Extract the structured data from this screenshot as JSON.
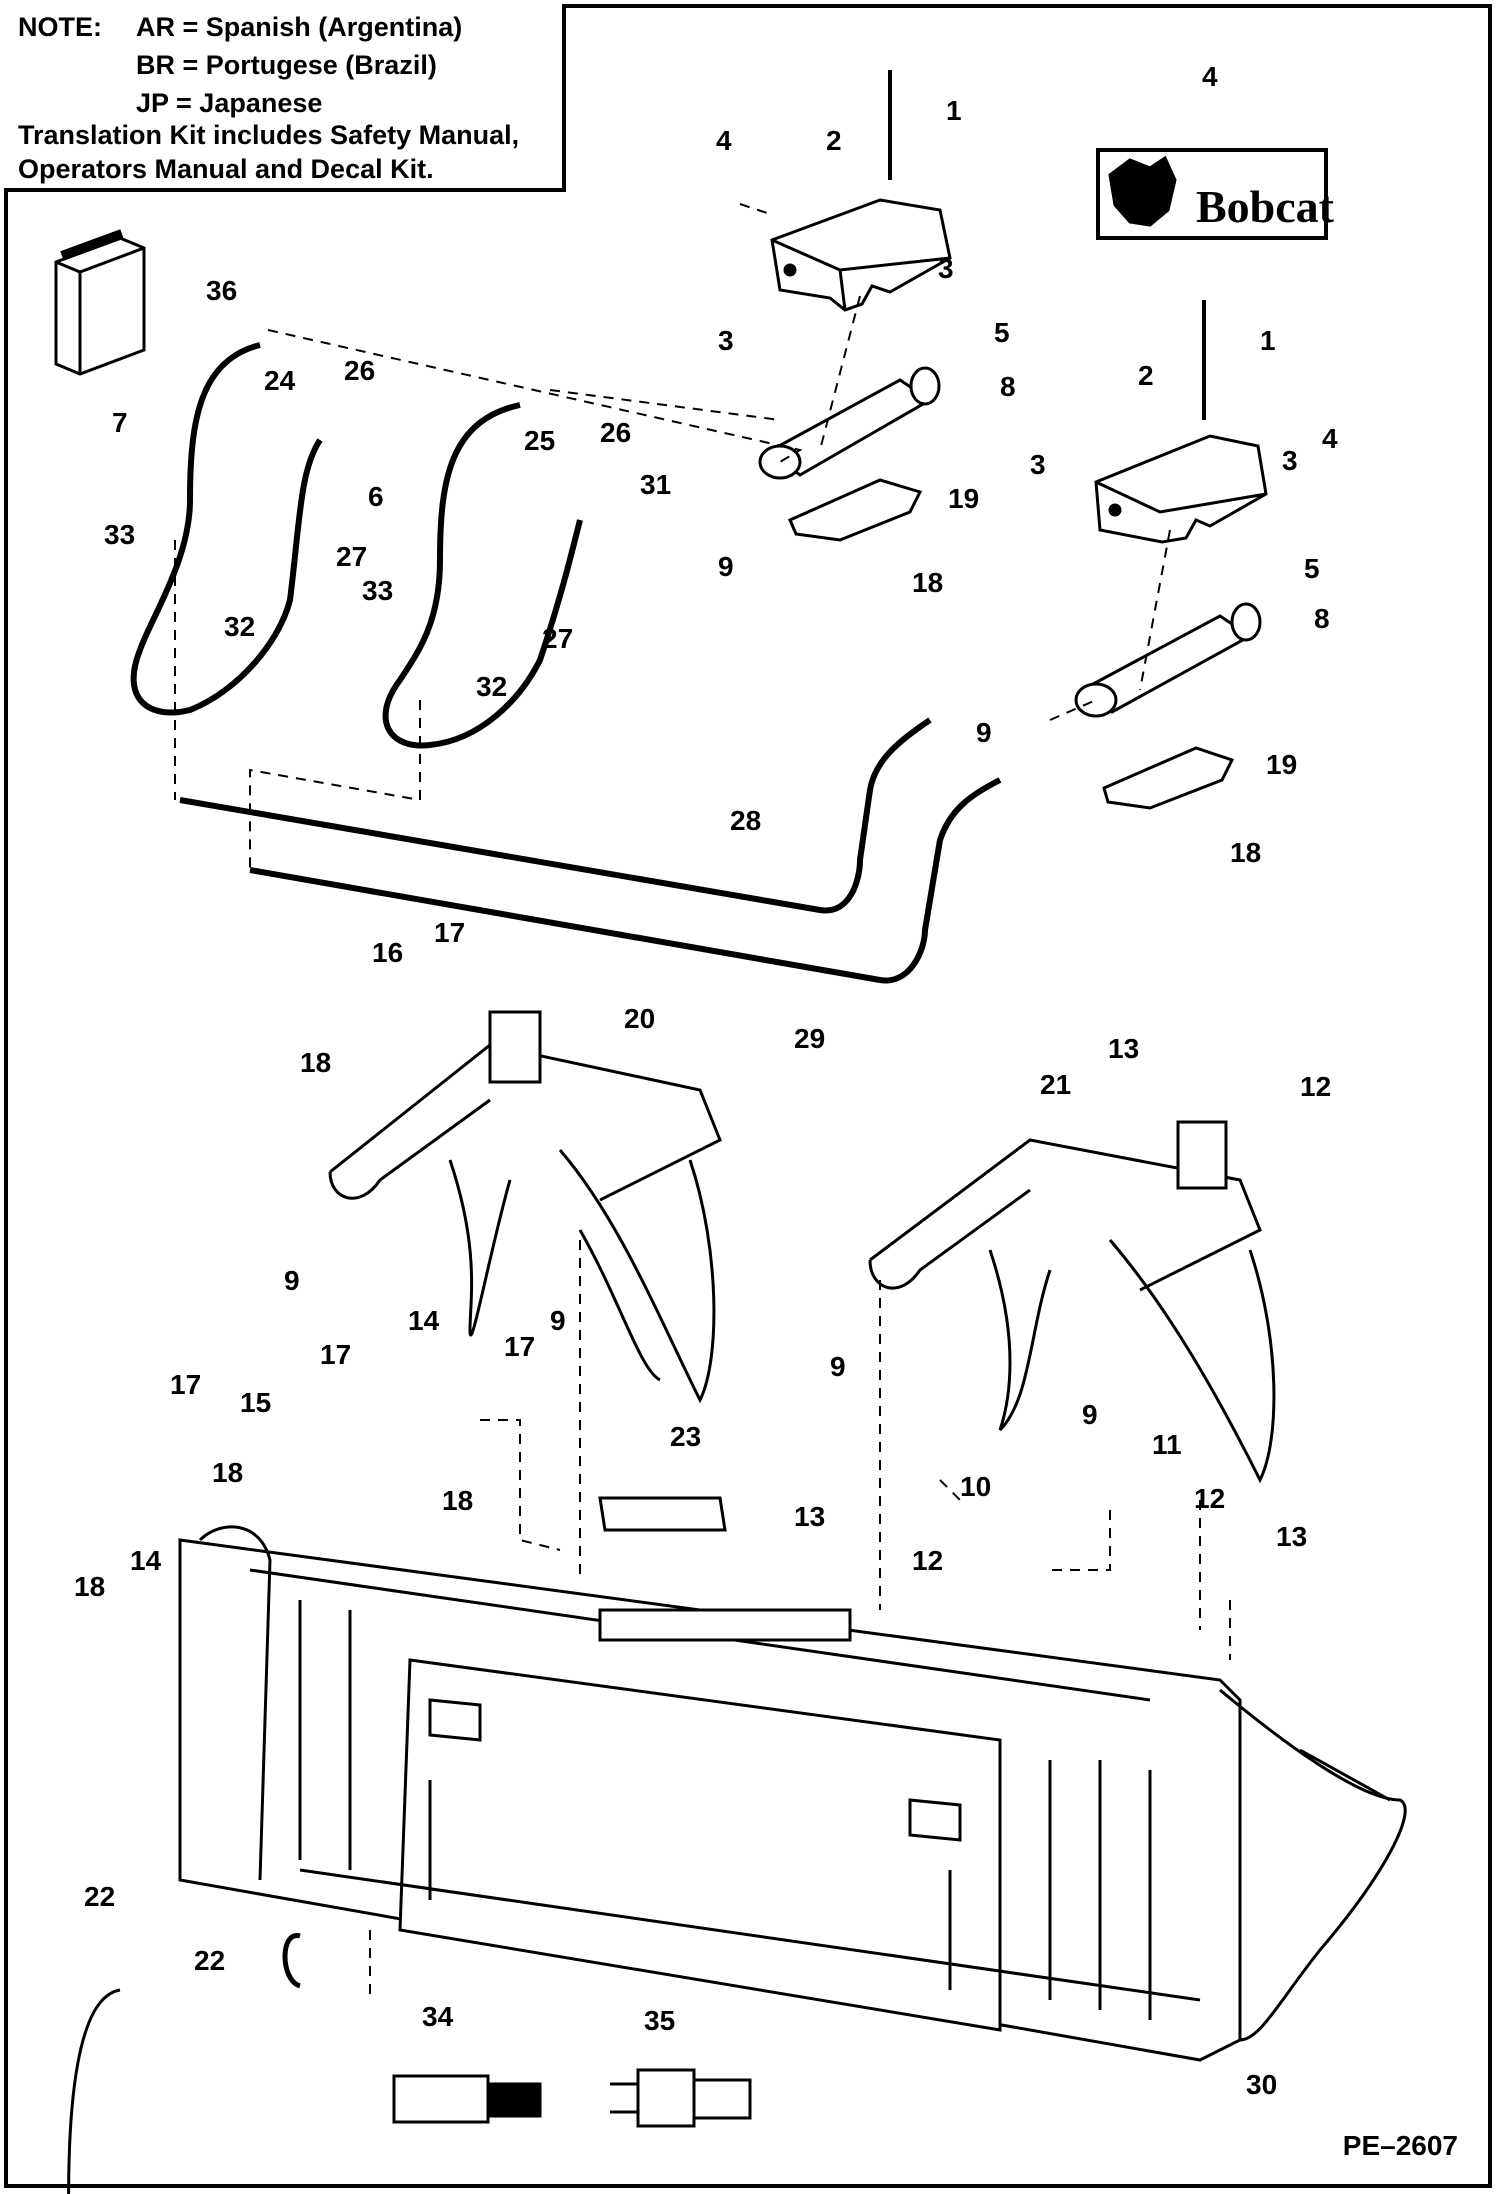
{
  "note": {
    "line1_prefix": "NOTE:",
    "line1": "AR =  Spanish (Argentina)",
    "line2": "BR =  Portugese (Brazil)",
    "line3": "JP =   Japanese",
    "line4": "Translation Kit includes Safety Manual,",
    "line5": "Operators Manual and Decal Kit."
  },
  "logo_text": "Bobcat",
  "doc_code": "PE–2607",
  "callouts": [
    "1",
    "2",
    "3",
    "4",
    "5",
    "6",
    "7",
    "8",
    "9",
    "10",
    "11",
    "12",
    "13",
    "14",
    "15",
    "16",
    "17",
    "18",
    "19",
    "20",
    "21",
    "22",
    "23",
    "24",
    "25",
    "26",
    "27",
    "28",
    "29",
    "30",
    "31",
    "32",
    "33",
    "34",
    "35",
    "36"
  ]
}
